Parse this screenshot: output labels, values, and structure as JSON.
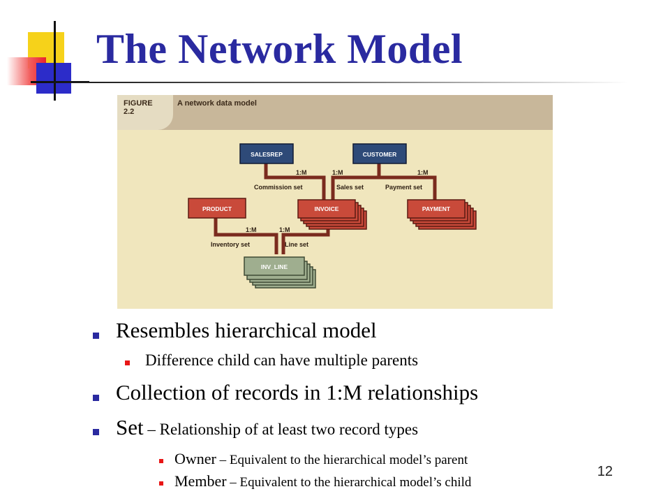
{
  "slide": {
    "title": "The Network Model",
    "page_number": "12"
  },
  "figure": {
    "number": "FIGURE\n2.2",
    "caption": "A network data model",
    "entities": {
      "salesrep": "SALESREP",
      "customer": "CUSTOMER",
      "product": "PRODUCT",
      "invoice": "INVOICE",
      "payment": "PAYMENT",
      "inv_line": "INV_LINE"
    },
    "relationships": {
      "commission_set": {
        "label": "Commission set",
        "cardinality": "1:M"
      },
      "sales_set": {
        "label": "Sales set",
        "cardinality": "1:M"
      },
      "payment_set": {
        "label": "Payment set",
        "cardinality": "1:M"
      },
      "inventory_set": {
        "label": "Inventory set",
        "cardinality": "1:M"
      },
      "line_set": {
        "label": "Line set",
        "cardinality": "1:M"
      }
    },
    "colors": {
      "background": "#f0e6bd",
      "header": "#c8b79a",
      "owner_blue": "#2e4a78",
      "record_red": "#c94a3a",
      "inv_line_green": "#9fae8f",
      "link": "#7a2b1e"
    }
  },
  "bullets": [
    {
      "text": "Resembles hierarchical model",
      "level": 1
    },
    {
      "text": "Difference child can have multiple parents",
      "level": 2
    },
    {
      "text": "Collection of records in 1:M relationships",
      "level": 1
    },
    {
      "term": "Set",
      "text": " – Relationship of at least two record types",
      "level": 1
    },
    {
      "term": "Owner",
      "text": " – Equivalent to the hierarchical model’s parent",
      "level": 3
    },
    {
      "term": "Member",
      "text": " – Equivalent to the hierarchical model’s child",
      "level": 3
    }
  ]
}
